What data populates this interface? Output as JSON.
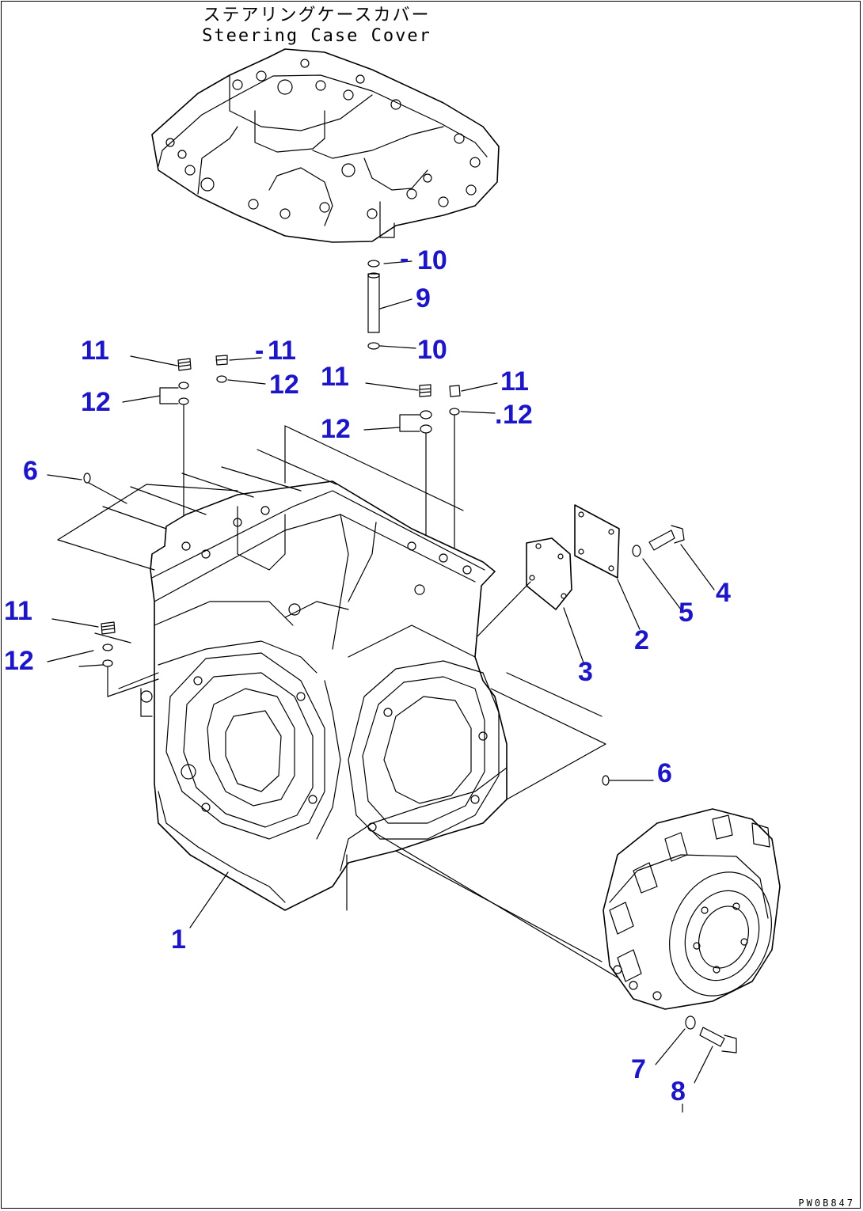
{
  "title": {
    "japanese": "ステアリングケースカバー",
    "english": "Steering Case Cover"
  },
  "drawing_code": "PW0B847",
  "callouts": [
    {
      "id": "c10a",
      "label": "10",
      "prefix": "-"
    },
    {
      "id": "c9",
      "label": "9",
      "prefix": ""
    },
    {
      "id": "c10b",
      "label": "10",
      "prefix": ""
    },
    {
      "id": "c11a",
      "label": "11",
      "prefix": ""
    },
    {
      "id": "c11b",
      "label": "11",
      "prefix": "-"
    },
    {
      "id": "c12a",
      "label": "12",
      "prefix": ""
    },
    {
      "id": "c12b",
      "label": "12",
      "prefix": ""
    },
    {
      "id": "c11c",
      "label": "11",
      "prefix": ""
    },
    {
      "id": "c11d",
      "label": "11",
      "prefix": ""
    },
    {
      "id": "c12c",
      "label": "12",
      "prefix": ""
    },
    {
      "id": "c12d",
      "label": "12",
      "prefix": "."
    },
    {
      "id": "c6a",
      "label": "6",
      "prefix": ""
    },
    {
      "id": "c4",
      "label": "4",
      "prefix": ""
    },
    {
      "id": "c5",
      "label": "5",
      "prefix": ""
    },
    {
      "id": "c2",
      "label": "2",
      "prefix": ""
    },
    {
      "id": "c3",
      "label": "3",
      "prefix": ""
    },
    {
      "id": "c11e",
      "label": "11",
      "prefix": ""
    },
    {
      "id": "c12e",
      "label": "12",
      "prefix": ""
    },
    {
      "id": "c6b",
      "label": "6",
      "prefix": ""
    },
    {
      "id": "c1",
      "label": "1",
      "prefix": ""
    },
    {
      "id": "c7",
      "label": "7",
      "prefix": ""
    },
    {
      "id": "c8",
      "label": "8",
      "prefix": ""
    }
  ]
}
